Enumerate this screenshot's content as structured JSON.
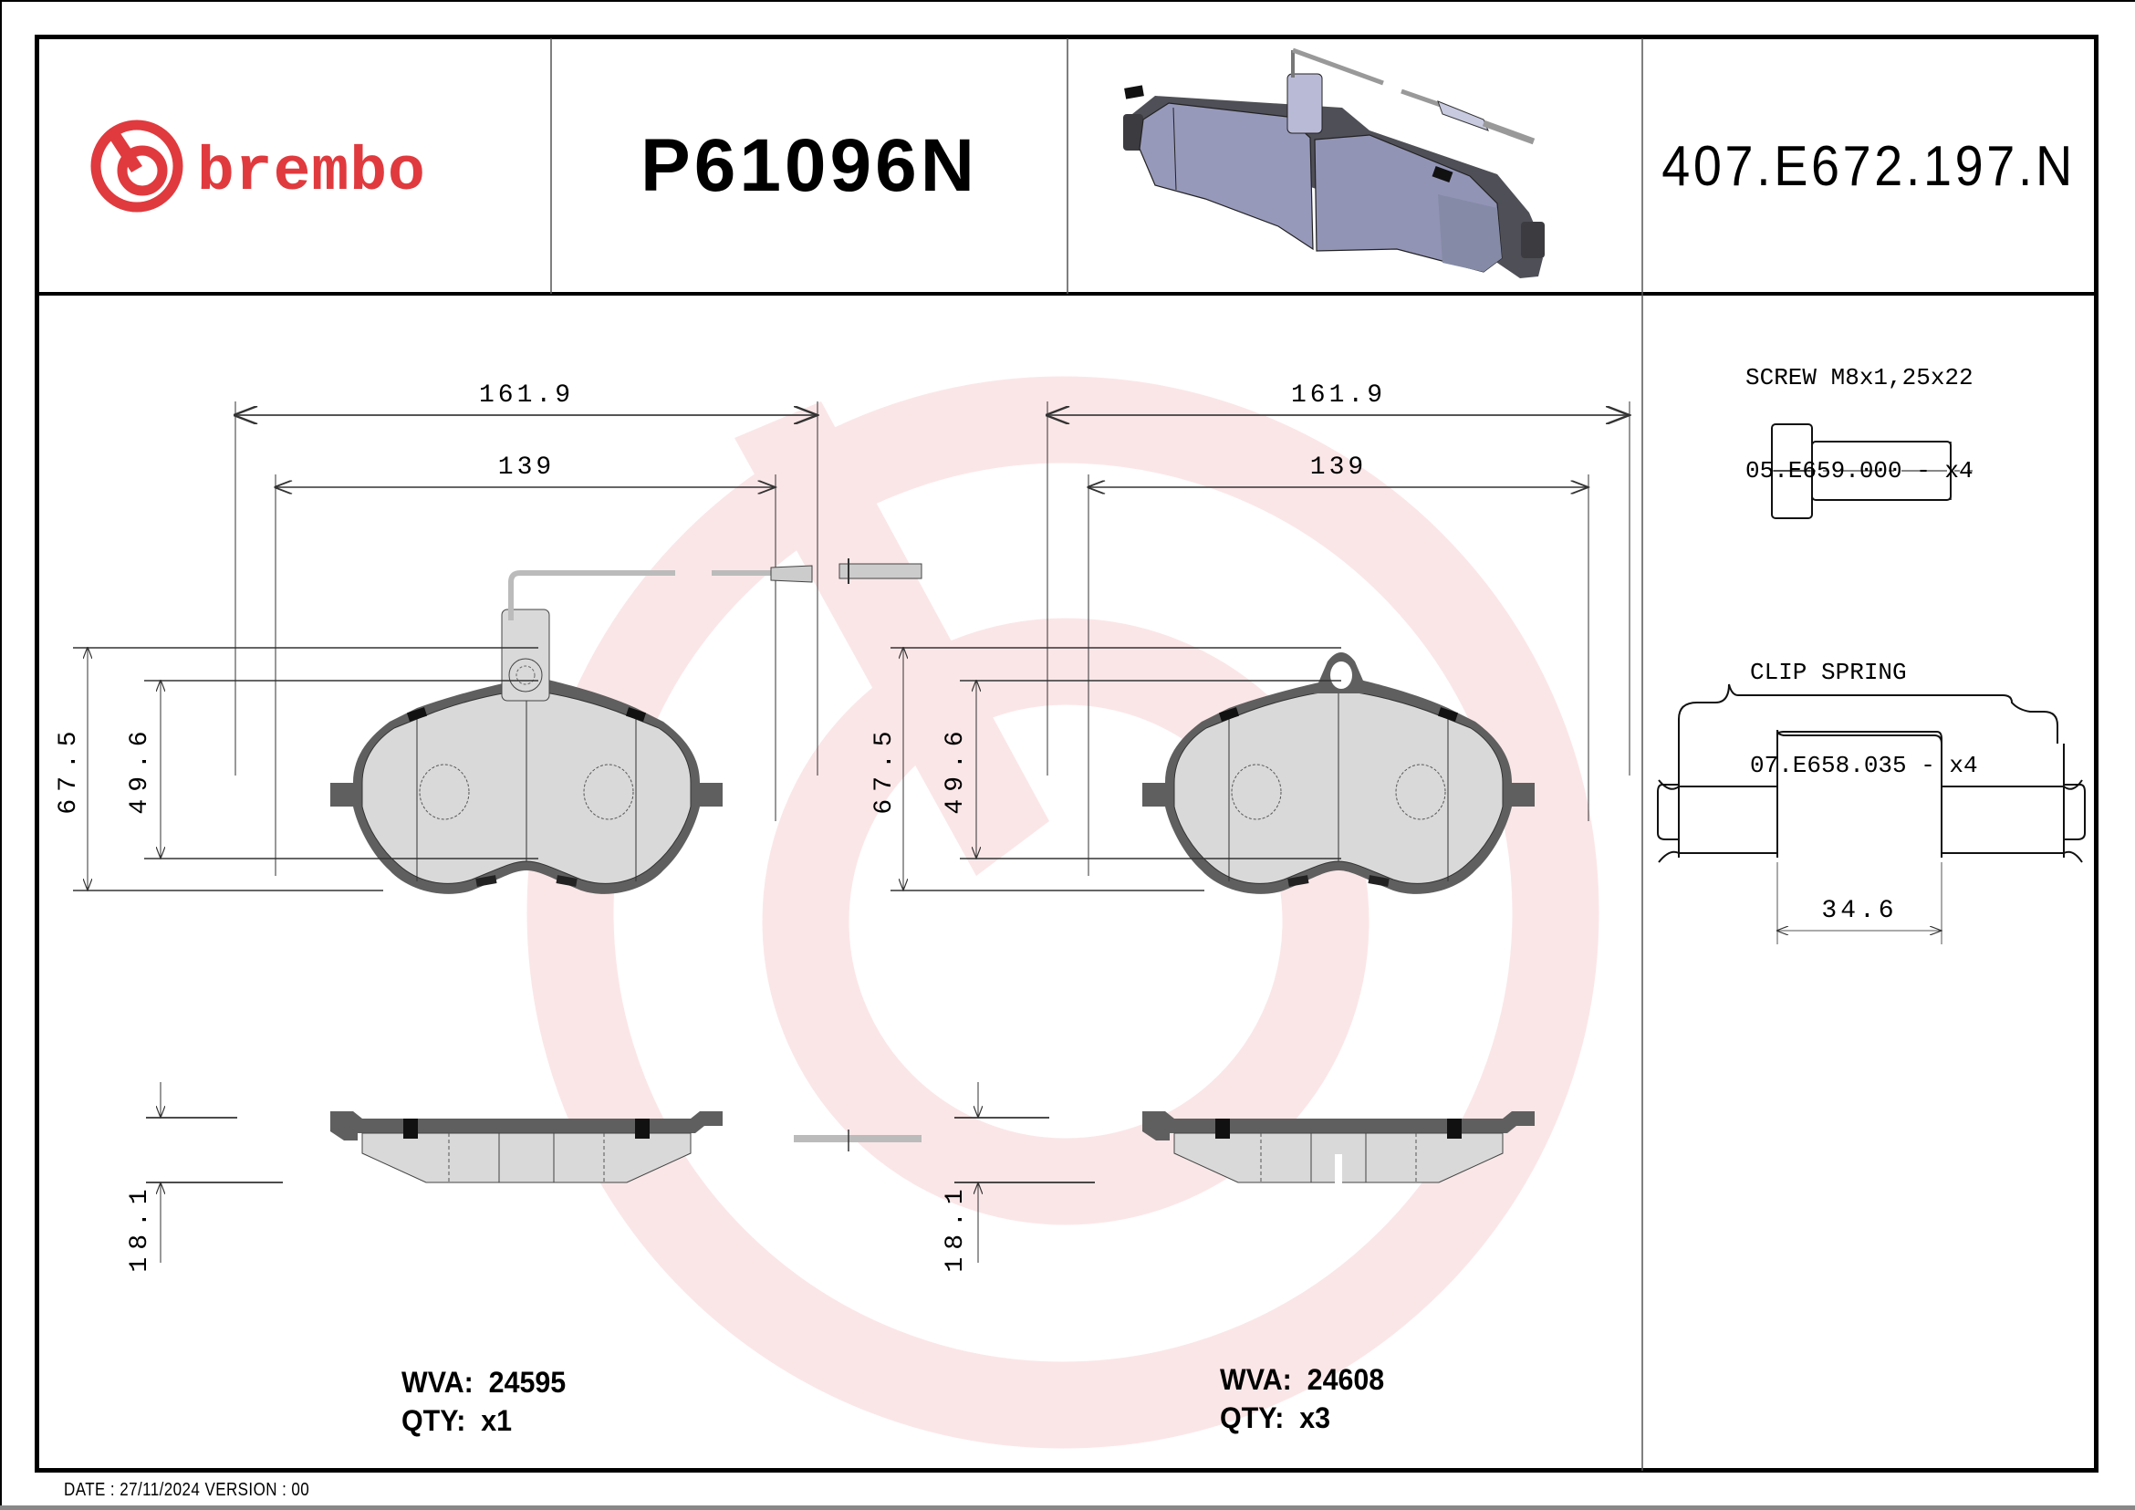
{
  "header": {
    "brand": "brembo",
    "part_number": "P61096N",
    "reference_code": "407.E672.197.N",
    "brand_color": "#e03a3e"
  },
  "drawing": {
    "views": [
      {
        "id": "pad-with-sensor",
        "dimensions": {
          "overall_width": "161.9",
          "inner_width": "139",
          "overall_height": "67.5",
          "inner_height": "49.6",
          "thickness": "18.1"
        },
        "has_wear_sensor": true,
        "wva_label": "WVA:",
        "wva_value": "24595",
        "qty_label": "QTY:",
        "qty_value": "x1"
      },
      {
        "id": "pad-without-sensor",
        "dimensions": {
          "overall_width": "161.9",
          "inner_width": "139",
          "overall_height": "67.5",
          "inner_height": "49.6",
          "thickness": "18.1"
        },
        "has_wear_sensor": false,
        "wva_label": "WVA:",
        "wva_value": "24608",
        "qty_label": "QTY:",
        "qty_value": "x3"
      }
    ],
    "watermark_color": "#fbe6e7",
    "pad_friction_color": "#d9d9d9",
    "pad_backplate_color": "#5f5f5f"
  },
  "accessories": [
    {
      "name": "SCREW M8x1,25x22",
      "code_line": "05.E659.000 - x4"
    },
    {
      "name": "CLIP SPRING",
      "code_line": "07.E658.035 - x4",
      "dimension": "34.6"
    }
  ],
  "footer": {
    "text": "DATE : 27/11/2024 VERSION : 00"
  }
}
